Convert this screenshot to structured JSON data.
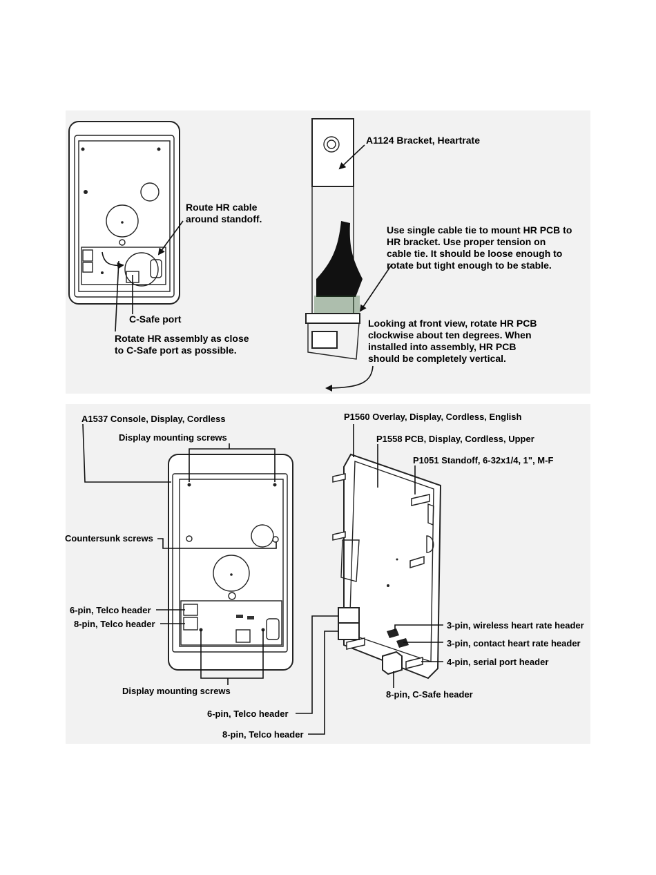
{
  "top_left": {
    "route_hr_cable": [
      "Route HR cable",
      "around standoff."
    ],
    "csafe_port": "C-Safe port",
    "rotate_hr": [
      "Rotate HR assembly as close",
      "to C-Safe port as possible."
    ]
  },
  "top_right": {
    "bracket": "A1124 Bracket, Heartrate",
    "cable_tie": [
      "Use single cable tie to mount HR PCB to",
      "HR bracket.  Use proper tension on",
      "cable tie.  It should be loose enough to",
      "rotate but tight enough to be stable."
    ],
    "front_view": [
      "Looking at front view, rotate HR PCB",
      "clockwise about ten degrees.  When",
      "installed into assembly, HR PCB",
      "should be completely vertical."
    ]
  },
  "bottom_left": {
    "console": "A1537 Console, Display, Cordless",
    "display_screws_top": "Display mounting screws",
    "countersunk": "Countersunk screws",
    "telco6": "6-pin, Telco header",
    "telco8": "8-pin, Telco header",
    "display_screws_bottom": "Display mounting screws"
  },
  "bottom_right": {
    "overlay": "P1560 Overlay, Display, Cordless, English",
    "pcb": "P1558 PCB, Display, Cordless, Upper",
    "standoff": "P1051 Standoff, 6-32x1/4, 1\", M-F",
    "wireless_hr": "3-pin, wireless heart rate header",
    "contact_hr": "3-pin, contact heart rate header",
    "serial": "4-pin, serial port header",
    "csafe_header": "8-pin, C-Safe header",
    "telco6": "6-pin, Telco header",
    "telco8": "8-pin, Telco header"
  }
}
